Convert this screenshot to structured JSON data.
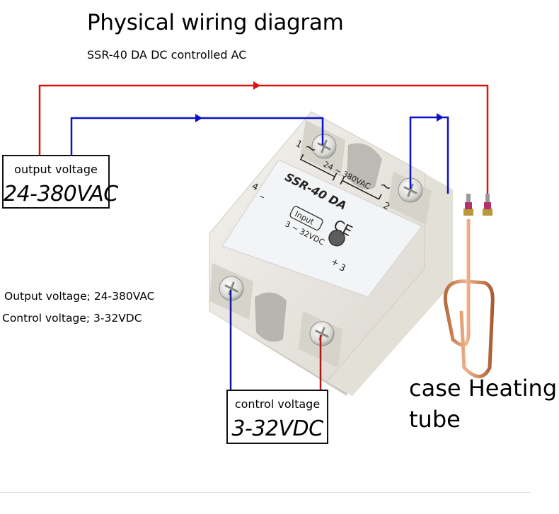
{
  "header": {
    "title": "Physical wiring diagram",
    "subtitle": "SSR-40 DA DC controlled AC"
  },
  "output_box": {
    "caption": "output voltage",
    "value": "24-380VAC"
  },
  "control_box": {
    "caption": "control voltage",
    "value": "3-32VDC"
  },
  "specs": {
    "output": "Output voltage; 24-380VAC",
    "control": "Control voltage; 3-32VDC"
  },
  "relay": {
    "model": "SSR-40 DA",
    "load_rating": "24 ~ 380VAC",
    "input_label": "Input",
    "input_rating": "3 ~ 32VDC",
    "certification": "CE",
    "terminals": {
      "t1": "1",
      "t2": "2",
      "t3": "3",
      "t4": "4",
      "ac1": "~",
      "ac2": "~",
      "minus": "–",
      "plus": "+"
    }
  },
  "heater": {
    "label_line1": "case Heating",
    "label_line2": "tube"
  },
  "colors": {
    "live_wire": "#e01010",
    "neutral_wire": "#0a12c8",
    "control_neg_wire": "#0b1a9e",
    "control_pos_wire": "#b01818",
    "relay_body": "#ece9e2",
    "relay_plate": "#f2f3f4",
    "copper": "#d28a5e"
  },
  "icons": {
    "arrow": "triangle-right-arrow",
    "screw": "phillips-screw-icon",
    "led": "status-led-icon"
  }
}
